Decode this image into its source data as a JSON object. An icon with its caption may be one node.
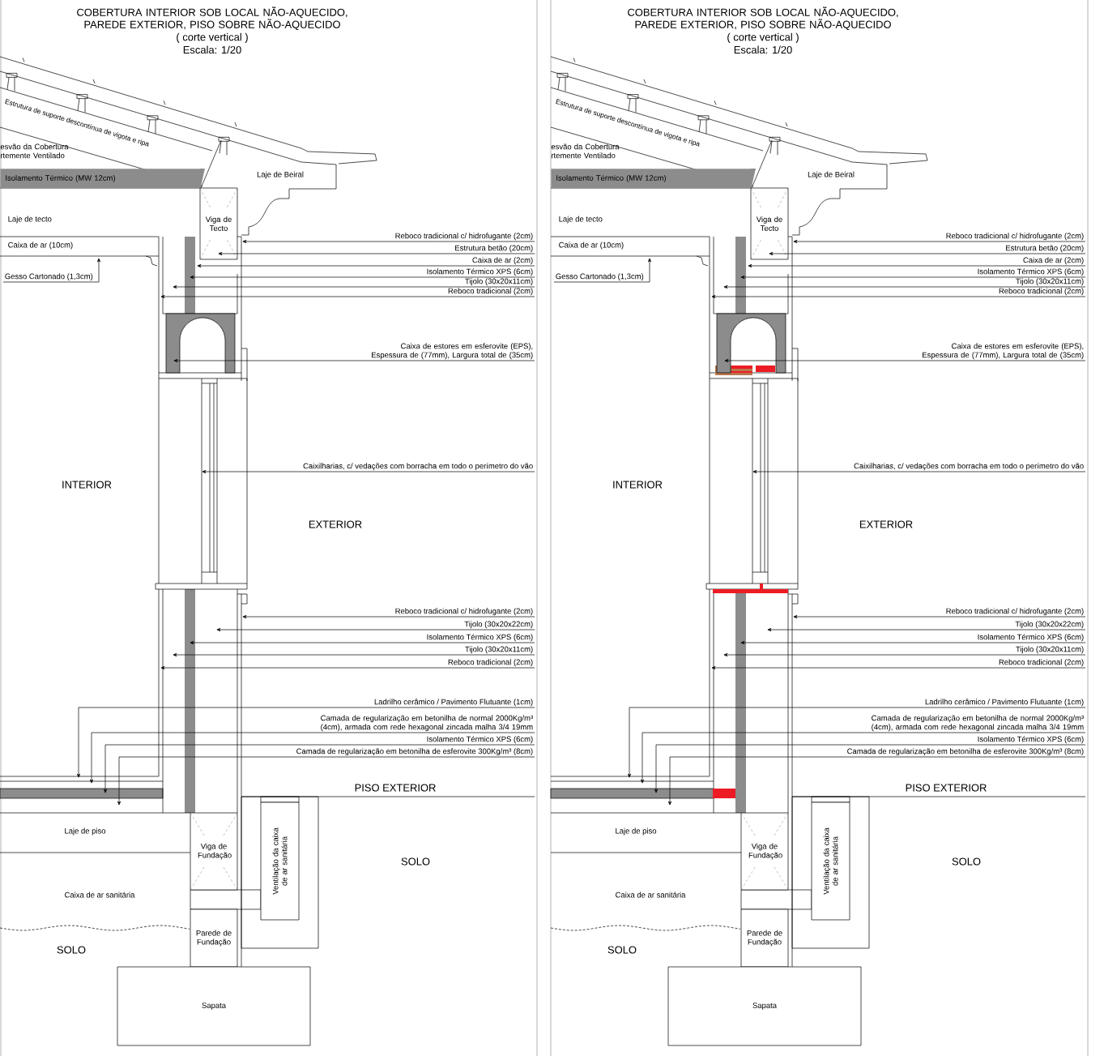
{
  "diagram": {
    "title": "COBERTURA INTERIOR SOB LOCAL NÃO-AQUECIDO, PAREDE EXTERIOR, PISO SOBRE NÃO-AQUECIDO",
    "nodes": [
      {
        "text": [
          "Isolamento Térmico (MW 12cm)"
        ]
      },
      {
        "text": [
          "Viga de Tecto"
        ]
      },
      {
        "text": [
          "Reboco tradicional c/ hidrofugante (2cm)"
        ]
      },
      {
        "text": [
          "Estrutura betão (20cm)"
        ]
      },
      {
        "text": [
          "Caixa de ar (2cm)"
        ]
      },
      {
        "text": [
          "Isolamento Térmico XPS (6cm)"
        ]
      },
      {
        "text": [
          "Gesso Cartonado (1,3cm)"
        ]
      },
      {
        "text": [
          "Tijolo (30x20x11cm)"
        ]
      },
      {
        "text": [
          "Reboco tradicional (2cm)"
        ]
      },
      {
        "text": [
          "Caixa de estores em esferovite (EPS), Espessura de (77mm), Largura total de (35cm)"
        ]
      },
      {
        "text": [
          "Caixilharias, c/ vedações com borracha em todo o perímetro do vão"
        ]
      },
      {
        "text": [
          "Reboco tradicional c/ hidrofugante (2cm)"
        ]
      },
      {
        "text": [
          "Tijolo (30x20x22cm)"
        ]
      },
      {
        "text": [
          "Isolamento Térmico XPS (6cm)"
        ]
      },
      {
        "text": [
          "Tijolo (30x20x11cm)"
        ]
      },
      {
        "text": [
          "Reboco tradicional (2cm)"
        ]
      },
      {
        "text": [
          "Ladrilho cerâmico / Pavimento Flutuante (1cm)"
        ]
      },
      {
        "text": [
          "Camada de regularização em betonilha de normal 2000Kg/m³ (4cm), armada com rede hexagonal zincada malha 3/4 19mm"
        ]
      },
      {
        "text": [
          "Isolamento Térmico XPS (6cm)"
        ]
      },
      {
        "text": [
          "Camada de regularização em betonilha de esferovite 300Kg/m³ (8cm)"
        ]
      },
      {
        "text": [
          "Ventilação da caixa de ar sanitária"
        ]
      },
      {
        "text": [
          "Viga de Fundação"
        ]
      },
      {
        "text": [
          "Parede de Fundação"
        ]
      },
      {
        "text": [
          "Sapata"
        ]
      },
      {
        "text": [],
        "shape": "box"
      },
      {
        "text": [
          "Isolamento Térmico (MW 12cm)"
        ]
      },
      {
        "text": [
          "Viga de Tecto"
        ]
      },
      {
        "text": [
          "Reboco tradicional c/ hidrofugante (2cm)"
        ]
      },
      {
        "text": [
          "Estrutura betão (20cm)"
        ]
      },
      {
        "text": [
          "Caixa de ar (2cm)"
        ]
      },
      {
        "text": [
          "Isolamento Térmico XPS (6cm)"
        ]
      },
      {
        "text": [
          "Gesso Cartonado (1,3cm)"
        ]
      },
      {
        "text": [
          "Tijolo (30x20x11cm)"
        ]
      },
      {
        "text": [
          "Reboco tradicional (2cm)"
        ]
      },
      {
        "text": [
          "Caixa de estores em esferovite (EPS), Espessura de (77mm), Largura total de (35cm)"
        ]
      },
      {
        "text": [
          "Caixilharias, c/ vedações com borracha em todo o perímetro do vão"
        ]
      },
      {
        "text": [
          "Reboco tradicional c/ hidrofugante (2cm)"
        ]
      },
      {
        "text": [
          "Tijolo (30x20x22cm)"
        ]
      },
      {
        "text": [
          "Isolamento Térmico XPS (6cm)"
        ]
      },
      {
        "text": [
          "Tijolo (30x20x11cm)"
        ]
      },
      {
        "text": [
          "Reboco tradicional (2cm)"
        ]
      },
      {
        "text": [
          "Ladrilho cerâmico / Pavimento Flutuante (1cm)"
        ]
      },
      {
        "text": [
          "Camada de regularização em betonilha de normal 2000Kg/m³ (4cm), armada com rede hexagonal zincada malha 3/4 19mm"
        ]
      },
      {
        "text": [
          "Isolamento Térmico XPS (6cm)"
        ]
      },
      {
        "text": [
          "Camada de regularização em betonilha de esferovite 300Kg/m³ (8cm)"
        ]
      },
      {
        "text": [
          "Ventilação da caixa de ar sanitária"
        ]
      },
      {
        "text": [
          "Viga de Fundação"
        ]
      },
      {
        "text": [
          "Parede de Fundação"
        ]
      },
      {
        "text": [
          "Sapata"
        ]
      },
      {
        "text": [],
        "shape": "box"
      }
    ],
    "edges": [
      {
        "from": 2,
        "to": 1,
        "arrow": "to"
      },
      {
        "from": 3,
        "to": 1,
        "arrow": "to"
      },
      {
        "from": 4,
        "to": 1,
        "arrow": "to"
      },
      {
        "from": 5,
        "to": null,
        "arrow": "to"
      },
      {
        "from": 6,
        "to": null,
        "arrow": "to"
      },
      {
        "from": 7,
        "to": null,
        "arrow": "to"
      },
      {
        "from": 8,
        "to": null,
        "arrow": "to"
      },
      {
        "from": 9,
        "to": 24,
        "arrow": "to"
      },
      {
        "from": 10,
        "to": null,
        "arrow": "to"
      },
      {
        "from": 11,
        "to": null,
        "arrow": "to"
      },
      {
        "from": 12,
        "to": null,
        "arrow": "to"
      },
      {
        "from": 13,
        "to": null,
        "arrow": "to"
      },
      {
        "from": 14,
        "to": null,
        "arrow": "to"
      },
      {
        "from": 15,
        "to": null,
        "arrow": "to"
      },
      {
        "from": 16,
        "to": null,
        "arrow": "to"
      },
      {
        "from": 17,
        "to": null,
        "arrow": "to"
      },
      {
        "from": 18,
        "to": null,
        "arrow": "to"
      },
      {
        "from": 19,
        "to": null,
        "arrow": "to"
      },
      {
        "from": 27,
        "to": 26,
        "arrow": "to"
      },
      {
        "from": 28,
        "to": 26,
        "arrow": "to"
      },
      {
        "from": 29,
        "to": 26,
        "arrow": "to"
      },
      {
        "from": 30,
        "to": null,
        "arrow": "to"
      },
      {
        "from": 31,
        "to": null,
        "arrow": "to"
      },
      {
        "from": 32,
        "to": null,
        "arrow": "to"
      },
      {
        "from": 33,
        "to": null,
        "arrow": "to"
      },
      {
        "from": 34,
        "to": 49,
        "arrow": "to"
      },
      {
        "from": 35,
        "to": null,
        "arrow": "to"
      },
      {
        "from": 36,
        "to": null,
        "arrow": "to"
      },
      {
        "from": 37,
        "to": null,
        "arrow": "to"
      },
      {
        "from": 38,
        "to": null,
        "arrow": "to"
      },
      {
        "from": 39,
        "to": null,
        "arrow": "to"
      },
      {
        "from": 40,
        "to": null,
        "arrow": "to"
      },
      {
        "from": 41,
        "to": null,
        "arrow": "to"
      },
      {
        "from": 42,
        "to": null,
        "arrow": "to"
      },
      {
        "from": 43,
        "to": null,
        "arrow": "to"
      },
      {
        "from": 44,
        "to": null,
        "arrow": "to"
      }
    ],
    "labels": [
      "COBERTURA INTERIOR SOB LOCAL NÃO-AQUECIDO, PAREDE EXTERIOR, PISO SOBRE NÃO-AQUECIDO",
      "( corte vertical )",
      "Escala: 1/20",
      "Estrutura de suporte descontínua de vigota e ripa",
      "esvão da Cobertura rtemente Ventilado",
      "Laje de Beiral",
      "Laje de tecto",
      "Caixa de ar (10cm)",
      "INTERIOR",
      "EXTERIOR",
      "PISO EXTERIOR",
      "Laje de piso",
      "SOLO",
      "Caixa de ar sanitária",
      "SOLO",
      "( corte vertical )",
      "Escala: 1/20",
      "Estrutura de suporte descontínua de vigota e ripa",
      "esvão da Cobertura rtemente Ventilado",
      "Laje de Beiral",
      "Laje de tecto",
      "Caixa de ar (10cm)",
      "INTERIOR",
      "EXTERIOR",
      "PISO EXTERIOR",
      "Laje de piso",
      "SOLO",
      "Caixa de ar sanitária",
      "SOLO"
    ]
  }
}
